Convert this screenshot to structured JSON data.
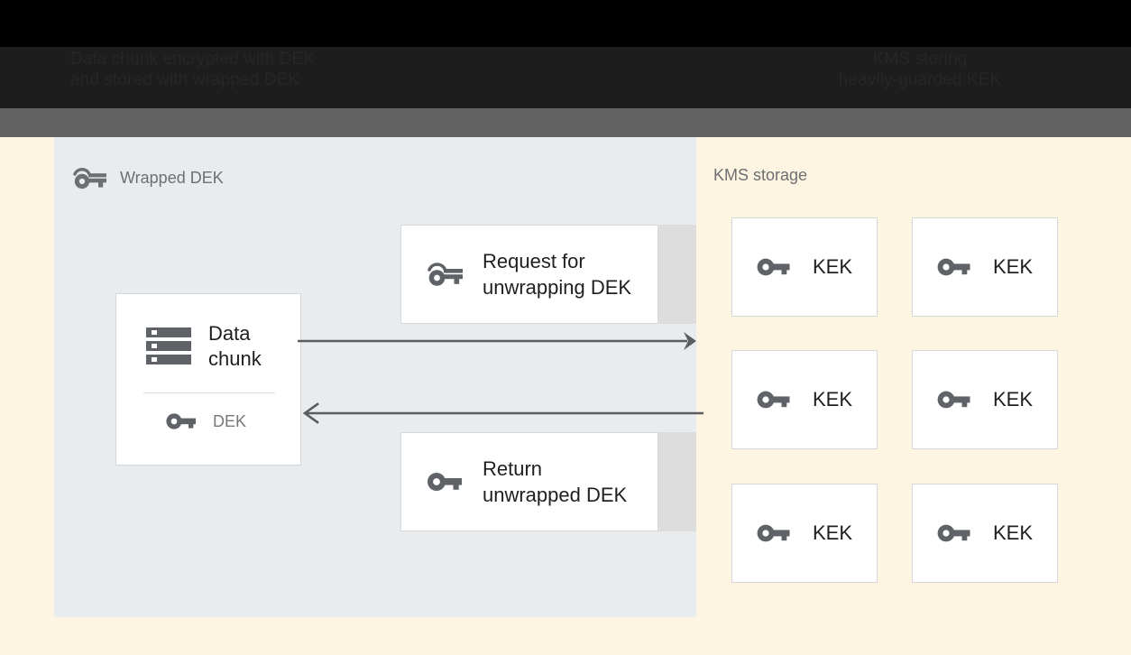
{
  "banner": {
    "left_caption": "Data chunk encrypted with DEK\nand stored with wrapped DEK",
    "right_caption": "KMS storing\nheavily-guarded KEK"
  },
  "left_panel": {
    "label": "Wrapped DEK",
    "label_icon": "wrapped-key-icon",
    "data_card": {
      "icon": "storage-icon",
      "title": "Data\nchunk",
      "key_icon": "key-icon",
      "key_label": "DEK"
    },
    "messages": [
      {
        "id": "request",
        "icon": "wrapped-key-icon",
        "text": "Request for\nunwrapping DEK"
      },
      {
        "id": "return",
        "icon": "key-icon",
        "text": "Return\nunwrapped DEK"
      }
    ],
    "arrows": [
      {
        "id": "to-kms",
        "direction": "right",
        "style": "filled-head"
      },
      {
        "id": "from-kms",
        "direction": "left",
        "style": "open-head"
      }
    ]
  },
  "right_panel": {
    "label": "KMS storage",
    "keys": [
      {
        "icon": "key-icon",
        "label": "KEK"
      },
      {
        "icon": "key-icon",
        "label": "KEK"
      },
      {
        "icon": "key-icon",
        "label": "KEK"
      },
      {
        "icon": "key-icon",
        "label": "KEK"
      },
      {
        "icon": "key-icon",
        "label": "KEK"
      },
      {
        "icon": "key-icon",
        "label": "KEK"
      }
    ]
  },
  "colors": {
    "cream": "#FDF5E1",
    "panel_blue_gray": "#E8ECEF",
    "gray_band": "#636363",
    "dark_band": "#1D1D1D",
    "icon_gray": "#5F6368",
    "text_dark": "#1F1F1F",
    "text_muted": "#6D6F71",
    "card_border": "#D5D7D9",
    "tab_gray": "#DDDDDD"
  }
}
